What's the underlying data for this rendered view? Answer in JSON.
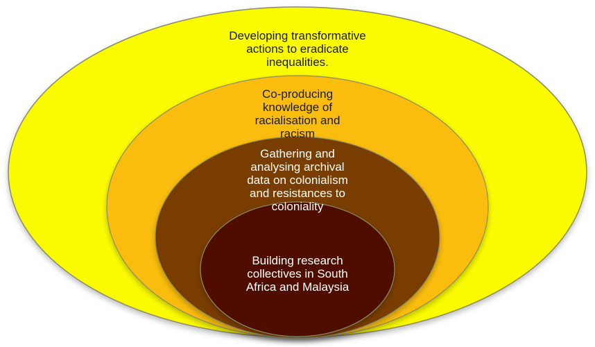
{
  "diagram": {
    "colors": {
      "ring_outer": "#fbfb00",
      "ring_second": "#fbbd08",
      "ring_third": "#7a3c00",
      "ring_core": "#501003",
      "outline": "#8a8a6a"
    },
    "rings": [
      {
        "level": 1,
        "text": "Developing transformative actions to eradicate inequalities."
      },
      {
        "level": 2,
        "text": "Co-producing knowledge of racialisation and racism"
      },
      {
        "level": 3,
        "text": "Gathering and analysing archival data on colonialism and resistances to coloniality"
      },
      {
        "level": 4,
        "text": "Building research collectives in South Africa and Malaysia"
      }
    ]
  }
}
